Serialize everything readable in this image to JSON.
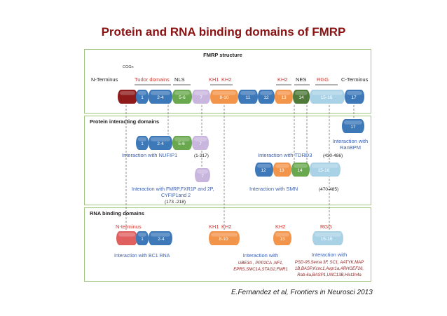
{
  "title": "Protein and RNA binding domains of FMRP",
  "credit": "E.Fernandez et al, Frontiers in Neurosci 2013",
  "colors": {
    "panel_border": "#9ec77d",
    "title": "#8b1212",
    "red_label": "#d0362e",
    "blue_link": "#3a5fb0",
    "dark_red": "#8f1a1a",
    "blue": "#3d78b8",
    "lightblue": "#a9d2e6",
    "orange": "#f2944a",
    "green": "#6aa84f",
    "lavender": "#c9b6df",
    "darkgreen": "#4f7a3a",
    "pink": "#e06060"
  },
  "structure": {
    "heading": "FMRP structure",
    "cggn": "CGGn",
    "n_terminus": "N-Terminus",
    "c_terminus": "C-Terminus",
    "tudor": "Tudor domains",
    "nls": "NLS",
    "kh1": "KH1",
    "kh2a": "KH2",
    "kh2b": "KH2",
    "nes": "NES",
    "rgg": "RGG",
    "seg_1": "1",
    "seg_2_4": "2-4",
    "seg_5_6": "5-6",
    "seg_7": "7",
    "seg_8_10": "8-10",
    "seg_11": "11",
    "seg_12": "12",
    "seg_13": "13",
    "seg_14": "14",
    "seg_15_16": "15-16",
    "seg_17": "17"
  },
  "protein": {
    "heading": "Protein interacting domains",
    "nufip": "Interaction with NUFIP1",
    "nufip_range": "(1-217)",
    "fmrp_line1": "Interaction with FMRP,FXR1P and 2P,",
    "fmrp_line2": "CYFIP1and 2",
    "fmrp_range": "(173 -218)",
    "tdrd3": "Interaction with TDRD3",
    "tdrd3_range": "(430-486)",
    "smn": "Interaction with SMN",
    "smn_range": "(470-485)",
    "ranbpm_line1": "Interaction with",
    "ranbpm_line2": "RanBPM"
  },
  "rna": {
    "heading": "RNA binding domains",
    "n_terminus": "N-terminus",
    "bc1": "Interaction with BC1 RNA",
    "kh1": "KH1",
    "kh2a": "KH2",
    "kh2b": "KH2",
    "rgg": "RGG",
    "kh_title": "Interaction with",
    "kh_lines": [
      "UBE3A , PPP2CA ,NF1,",
      "EPRS,SMC1A,STAG2,FMR1"
    ],
    "rgg_title": "Interaction with",
    "rgg_lines": [
      "PSD-95,Sema 3F, SC1, AATYK,MAP",
      "1B,BASP,Kcnc1,Avpr1a,ARHGEF26,",
      "Rab-6a,BASP1,UNC13B,Hist1h4a"
    ]
  }
}
